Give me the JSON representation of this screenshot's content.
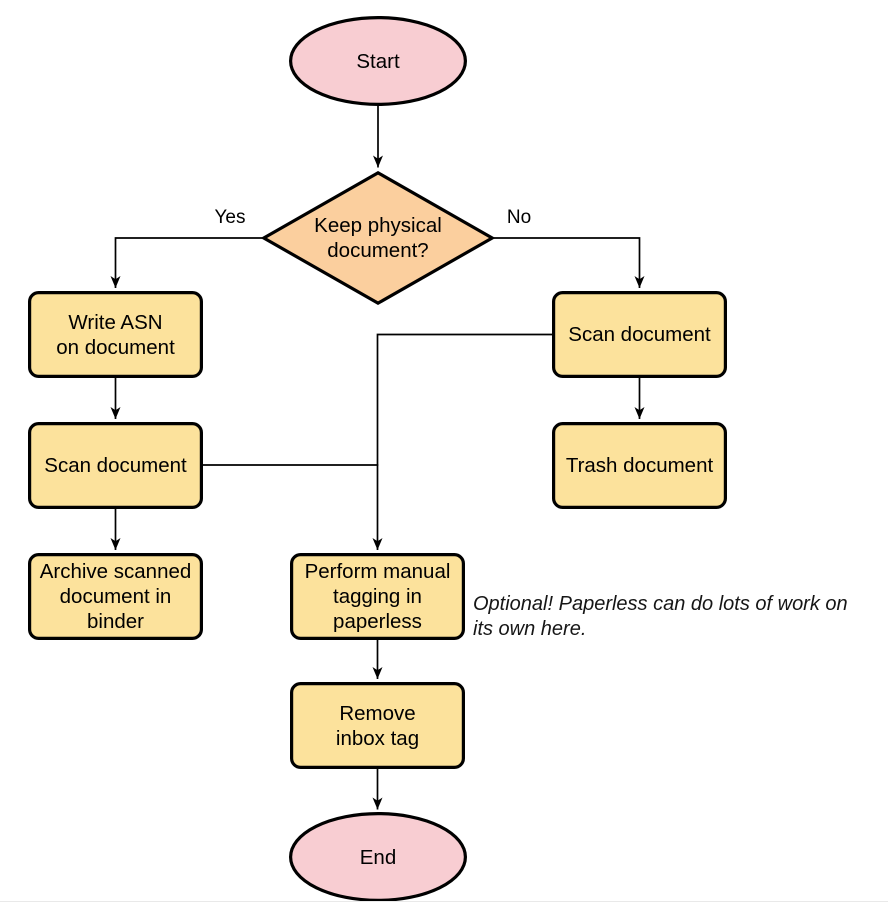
{
  "diagram": {
    "type": "flowchart",
    "nodes": {
      "start": {
        "label": "Start",
        "shape": "terminal"
      },
      "decision": {
        "label": "Keep physical\ndocument?",
        "shape": "decision"
      },
      "write_asn": {
        "label": "Write ASN\non document",
        "shape": "process"
      },
      "scan_left": {
        "label": "Scan document",
        "shape": "process"
      },
      "archive": {
        "label": "Archive scanned\ndocument in\nbinder",
        "shape": "process"
      },
      "scan_right": {
        "label": "Scan document",
        "shape": "process"
      },
      "trash": {
        "label": "Trash document",
        "shape": "process"
      },
      "tagging": {
        "label": "Perform manual\ntagging in\npaperless",
        "shape": "process"
      },
      "remove_inbox": {
        "label": "Remove\ninbox tag",
        "shape": "process"
      },
      "end": {
        "label": "End",
        "shape": "terminal"
      }
    },
    "edge_labels": {
      "yes": "Yes",
      "no": "No"
    },
    "edges": [
      {
        "from": "start",
        "to": "decision",
        "label": ""
      },
      {
        "from": "decision",
        "to": "write_asn",
        "label": "Yes"
      },
      {
        "from": "decision",
        "to": "scan_right",
        "label": "No"
      },
      {
        "from": "write_asn",
        "to": "scan_left",
        "label": ""
      },
      {
        "from": "scan_left",
        "to": "archive",
        "label": ""
      },
      {
        "from": "scan_right",
        "to": "trash",
        "label": ""
      },
      {
        "from": "scan_right",
        "to": "tagging",
        "label": ""
      },
      {
        "from": "scan_left",
        "to": "tagging",
        "label": ""
      },
      {
        "from": "tagging",
        "to": "remove_inbox",
        "label": ""
      },
      {
        "from": "remove_inbox",
        "to": "end",
        "label": ""
      }
    ],
    "note": "Optional! Paperless can do lots of work on\nits own here.",
    "colors": {
      "terminal_fill": "#f8cdd2",
      "decision_fill": "#fbcf9e",
      "process_fill": "#fce29c",
      "stroke": "#000000"
    }
  }
}
